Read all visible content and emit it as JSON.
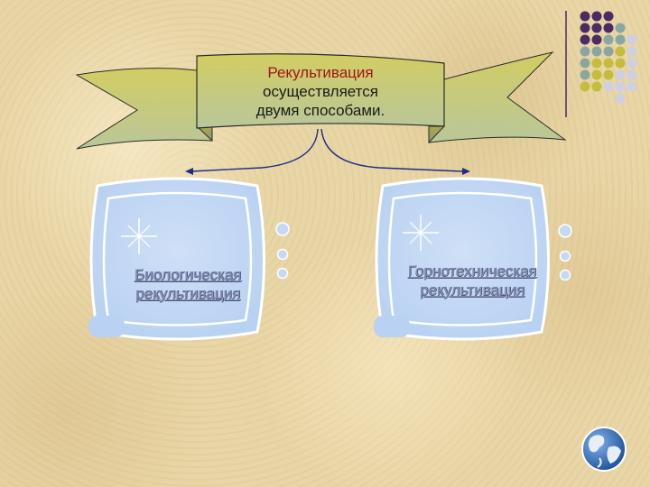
{
  "banner": {
    "line1": "Рекультивация",
    "line2": "осуществляется",
    "line3": "двумя способами."
  },
  "boxes": [
    {
      "line1": "Биологическая",
      "line2": "рекультивация"
    },
    {
      "line1": "Горнотехническая",
      "line2": "рекультивация"
    }
  ],
  "colors": {
    "background": "#e9d6a6",
    "ribbon": "#c8c560",
    "box_fill": "#c5d9f5",
    "arrow": "#1f2a8a",
    "dot_purple": "#4a2b63",
    "dot_teal": "#8aa6a0",
    "dot_olive": "#c3bd3b",
    "dot_lavender": "#cfcfe3"
  },
  "icons": [
    "sparkle-icon",
    "globe-icon",
    "decorative-dot-grid"
  ]
}
